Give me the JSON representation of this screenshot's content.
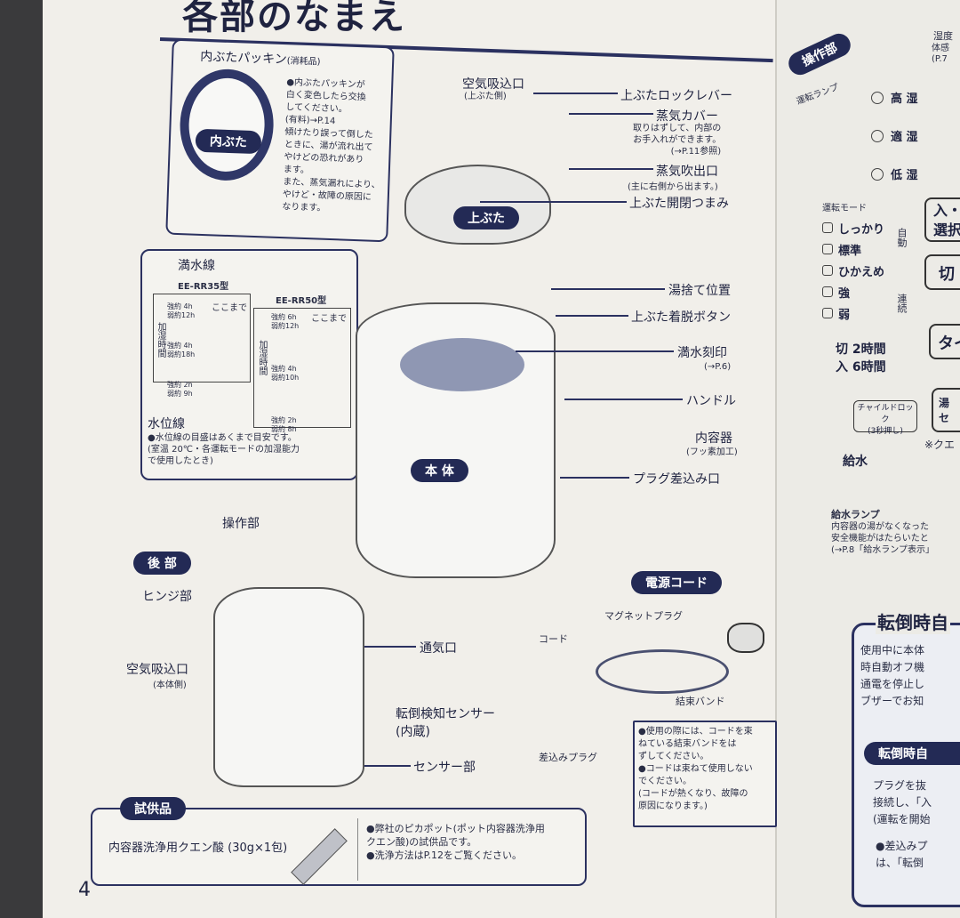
{
  "title": "各部のなまえ",
  "inner_lid_box": {
    "label": "内ぶたパッキン",
    "label_note": "(消耗品)",
    "badge": "内ぶた",
    "notes": [
      "●内ぶたパッキンが",
      "白く変色したら交換",
      "してください。",
      "(有料)→P.14",
      "傾けたり誤って倒した",
      "ときに、湯が流れ出て",
      "やけどの恐れがあり",
      "ます。",
      "また、蒸気漏れにより、",
      "やけど・故障の原因に",
      "なります。"
    ]
  },
  "top_lid": {
    "badge": "上ぶた",
    "labels": {
      "air_intake": "空気吸込口",
      "air_intake_note": "(上ぶた側)",
      "lock_lever": "上ぶたロックレバー",
      "steam_cover": "蒸気カバー",
      "steam_cover_note": [
        "取りはずして、内部の",
        "お手入れができます。",
        "(→P.11参照)"
      ],
      "steam_outlet": "蒸気吹出口",
      "steam_outlet_note": "(主に右側から出ます。)",
      "open_knob": "上ぶた開閉つまみ"
    }
  },
  "water_level_box": {
    "full_line": "満水線",
    "water_line": "水位線",
    "models": [
      {
        "name": "EE-RR35型",
        "marks": [
          "ここまで"
        ],
        "rows": [
          [
            "強約 4h",
            "弱約12h"
          ],
          [
            "強約 4h",
            "弱約18h"
          ],
          [
            "強約 2h",
            "弱約 9h"
          ]
        ]
      },
      {
        "name": "EE-RR50型",
        "marks": [
          "ここまで"
        ],
        "rows": [
          [
            "強約 6h",
            "弱約12h"
          ],
          [
            "強約 4h",
            "弱約10h"
          ],
          [
            "強約 2h",
            "弱約 8h"
          ]
        ]
      }
    ],
    "vertical_label": "加湿時間",
    "notes": [
      "●水位線の目盛はあくまで目安です。",
      "(室温 20℃・各運転モードの加湿能力",
      "で使用したとき)"
    ]
  },
  "main_body": {
    "badge": "本 体",
    "labels": {
      "dump_position": "湯捨て位置",
      "lid_release": "上ぶた着脱ボタン",
      "full_mark": "満水刻印",
      "full_mark_note": "(→P.6)",
      "handle": "ハンドル",
      "inner_container": "内容器",
      "inner_container_note": "(フッ素加工)",
      "plug_inlet": "プラグ差込み口",
      "control": "操作部"
    }
  },
  "rear": {
    "badge": "後 部",
    "labels": {
      "hinge": "ヒンジ部",
      "air_intake": "空気吸込口",
      "air_intake_note": "(本体側)",
      "vent": "通気口",
      "tip_sensor": "転倒検知センサー",
      "tip_sensor_note": "(内蔵)",
      "sensor": "センサー部"
    }
  },
  "power_cord": {
    "badge": "電源コード",
    "labels": {
      "magnet_plug": "マグネットプラグ",
      "cord": "コード",
      "band": "結束バンド",
      "plug": "差込みプラグ"
    },
    "notes": [
      "●使用の際には、コードを束",
      "ねている結束バンドをは",
      "ずしてください。",
      "●コードは束ねて使用しない",
      "でください。",
      "(コードが熱くなり、故障の",
      "原因になります。)"
    ]
  },
  "sample": {
    "badge": "試供品",
    "item": "内容器洗浄用クエン酸 (30g×1包)",
    "notes": [
      "●弊社のピカポット(ポット内容器洗浄用",
      "クエン酸)の試供品です。",
      "●洗浄方法はP.12をご覧ください。"
    ]
  },
  "page_number": "4",
  "control_panel": {
    "badge": "操作部",
    "run_lamp": "運転ランプ",
    "humidity_top": "湿度",
    "humidity_note": [
      "体感",
      "(P.7"
    ],
    "humidity": [
      "高 湿",
      "適 湿",
      "低 湿"
    ],
    "mode_title": "運転モード",
    "modes": [
      "しっかり",
      "標準",
      "ひかえめ",
      "強",
      "弱"
    ],
    "auto": "自動",
    "continuous": "連続",
    "buttons": [
      "入・",
      "選択",
      "切",
      "タイ"
    ],
    "timer": [
      "切 2時間",
      "入 6時間"
    ],
    "child_lock": "チャイルドロック",
    "child_lock_note": "(3秒押し)",
    "water": "給水",
    "citric_note": "※クエ",
    "water_lamp": "給水ランプ",
    "water_lamp_notes": [
      "内容器の湯がなくなった",
      "安全機能がはたらいたと",
      "(→P.8「給水ランプ表示」"
    ],
    "btn_partial": [
      "湯",
      "セ"
    ]
  },
  "tip_over": {
    "title": "転倒時自",
    "text": [
      "使用中に本体",
      "時自動オフ機",
      "通電を停止し",
      "ブザーでお知"
    ],
    "sub_badge": "転倒時自",
    "sub_text": [
      "プラグを抜",
      "接続し、「入",
      "(運転を開始"
    ],
    "bullet": [
      "●差込みプ",
      "は、「転倒"
    ]
  },
  "colors": {
    "ink": "#232a55",
    "paper": "#f1efea"
  }
}
